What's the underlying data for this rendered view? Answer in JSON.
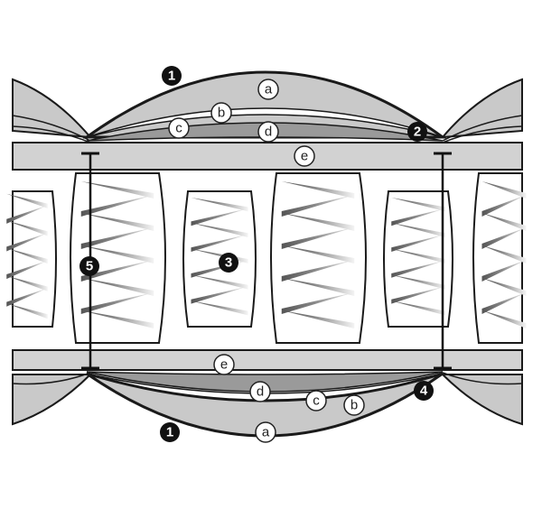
{
  "callouts": {
    "num_1": "1",
    "num_2": "2",
    "num_3": "3",
    "num_4": "4",
    "num_5": "5",
    "let_a": "a",
    "let_b": "b",
    "let_c": "c",
    "let_d": "d",
    "let_e": "e"
  },
  "colors": {
    "outline": "#1a1a1a",
    "cover_fill": "#c9c9c9",
    "layer_d": "#9a9a9a",
    "layer_e": "#d2d2d2",
    "spring_dark": "#666666",
    "background": "#ffffff"
  }
}
